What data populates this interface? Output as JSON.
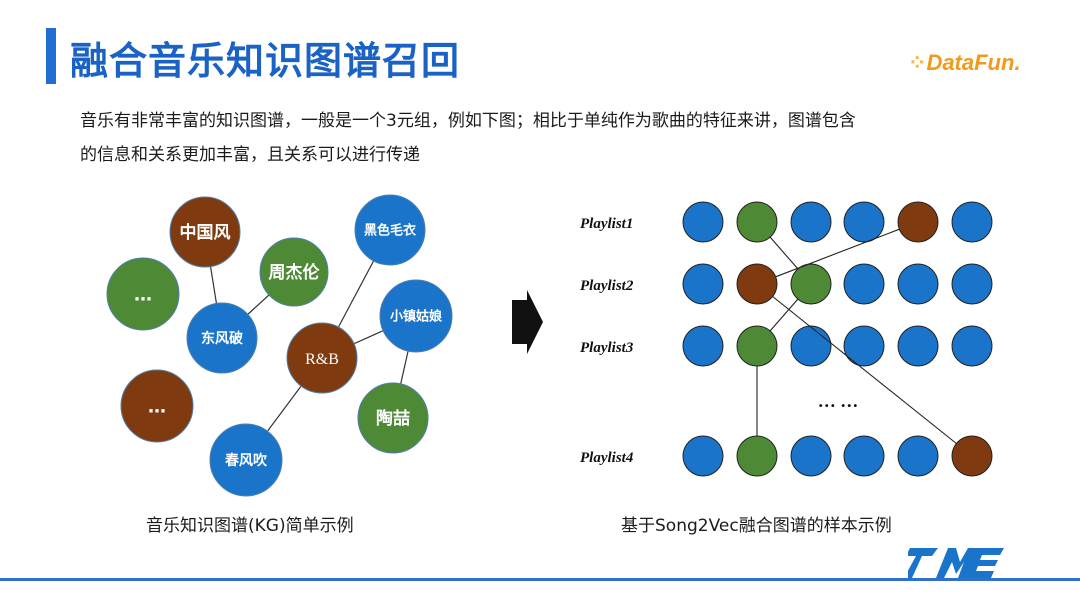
{
  "slide": {
    "title": "融合音乐知识图谱召回",
    "brand": "DataFun.",
    "description_line1": "音乐有非常丰富的知识图谱，一般是一个3元组，例如下图；相比于单纯作为歌曲的特征来讲，图谱包含",
    "description_line2": "的信息和关系更加丰富，且关系可以进行传递",
    "caption_left": "音乐知识图谱(KG)简单示例",
    "caption_right": "基于Song2Vec融合图谱的样本示例",
    "ellipsis": "… …"
  },
  "colors": {
    "blue": "#1a74c9",
    "green": "#4e8a36",
    "brown": "#7f3a0f",
    "title": "#1a63c4",
    "line": "#2f6fce"
  },
  "kg": {
    "nodes": [
      {
        "id": "zhongguofeng",
        "label": "中国风",
        "color": "brown"
      },
      {
        "id": "dots1",
        "label": "…",
        "color": "green"
      },
      {
        "id": "zhoujielun",
        "label": "周杰伦",
        "color": "green"
      },
      {
        "id": "heisemaoyi",
        "label": "黑色毛衣",
        "color": "blue"
      },
      {
        "id": "dongfengpo",
        "label": "东风破",
        "color": "blue"
      },
      {
        "id": "xiaozhenguniang",
        "label": "小镇姑娘",
        "color": "blue"
      },
      {
        "id": "rnb",
        "label": "R&B",
        "color": "brown"
      },
      {
        "id": "dots2",
        "label": "…",
        "color": "brown"
      },
      {
        "id": "taozhe",
        "label": "陶喆",
        "color": "green"
      },
      {
        "id": "chunfengchui",
        "label": "春风吹",
        "color": "blue"
      }
    ],
    "edges": [
      [
        "zhongguofeng",
        "dongfengpo"
      ],
      [
        "zhoujielun",
        "dongfengpo"
      ],
      [
        "heisemaoyi",
        "rnb"
      ],
      [
        "xiaozhenguniang",
        "rnb"
      ],
      [
        "xiaozhenguniang",
        "taozhe"
      ],
      [
        "rnb",
        "chunfengchui"
      ]
    ]
  },
  "playlists": {
    "labels": [
      "Playlist1",
      "Playlist2",
      "Playlist3",
      "Playlist4"
    ],
    "rows": [
      [
        "blue",
        "green",
        "blue",
        "blue",
        "brown",
        "blue"
      ],
      [
        "blue",
        "brown",
        "green",
        "blue",
        "blue",
        "blue"
      ],
      [
        "blue",
        "green",
        "blue",
        "blue",
        "blue",
        "blue"
      ],
      [
        "blue",
        "green",
        "blue",
        "blue",
        "blue",
        "brown"
      ]
    ],
    "links": [
      [
        [
          0,
          1
        ],
        [
          1,
          2
        ]
      ],
      [
        [
          0,
          4
        ],
        [
          1,
          1
        ]
      ],
      [
        [
          1,
          2
        ],
        [
          2,
          1
        ]
      ],
      [
        [
          1,
          1
        ],
        [
          3,
          5
        ]
      ],
      [
        [
          2,
          1
        ],
        [
          3,
          1
        ]
      ]
    ]
  }
}
